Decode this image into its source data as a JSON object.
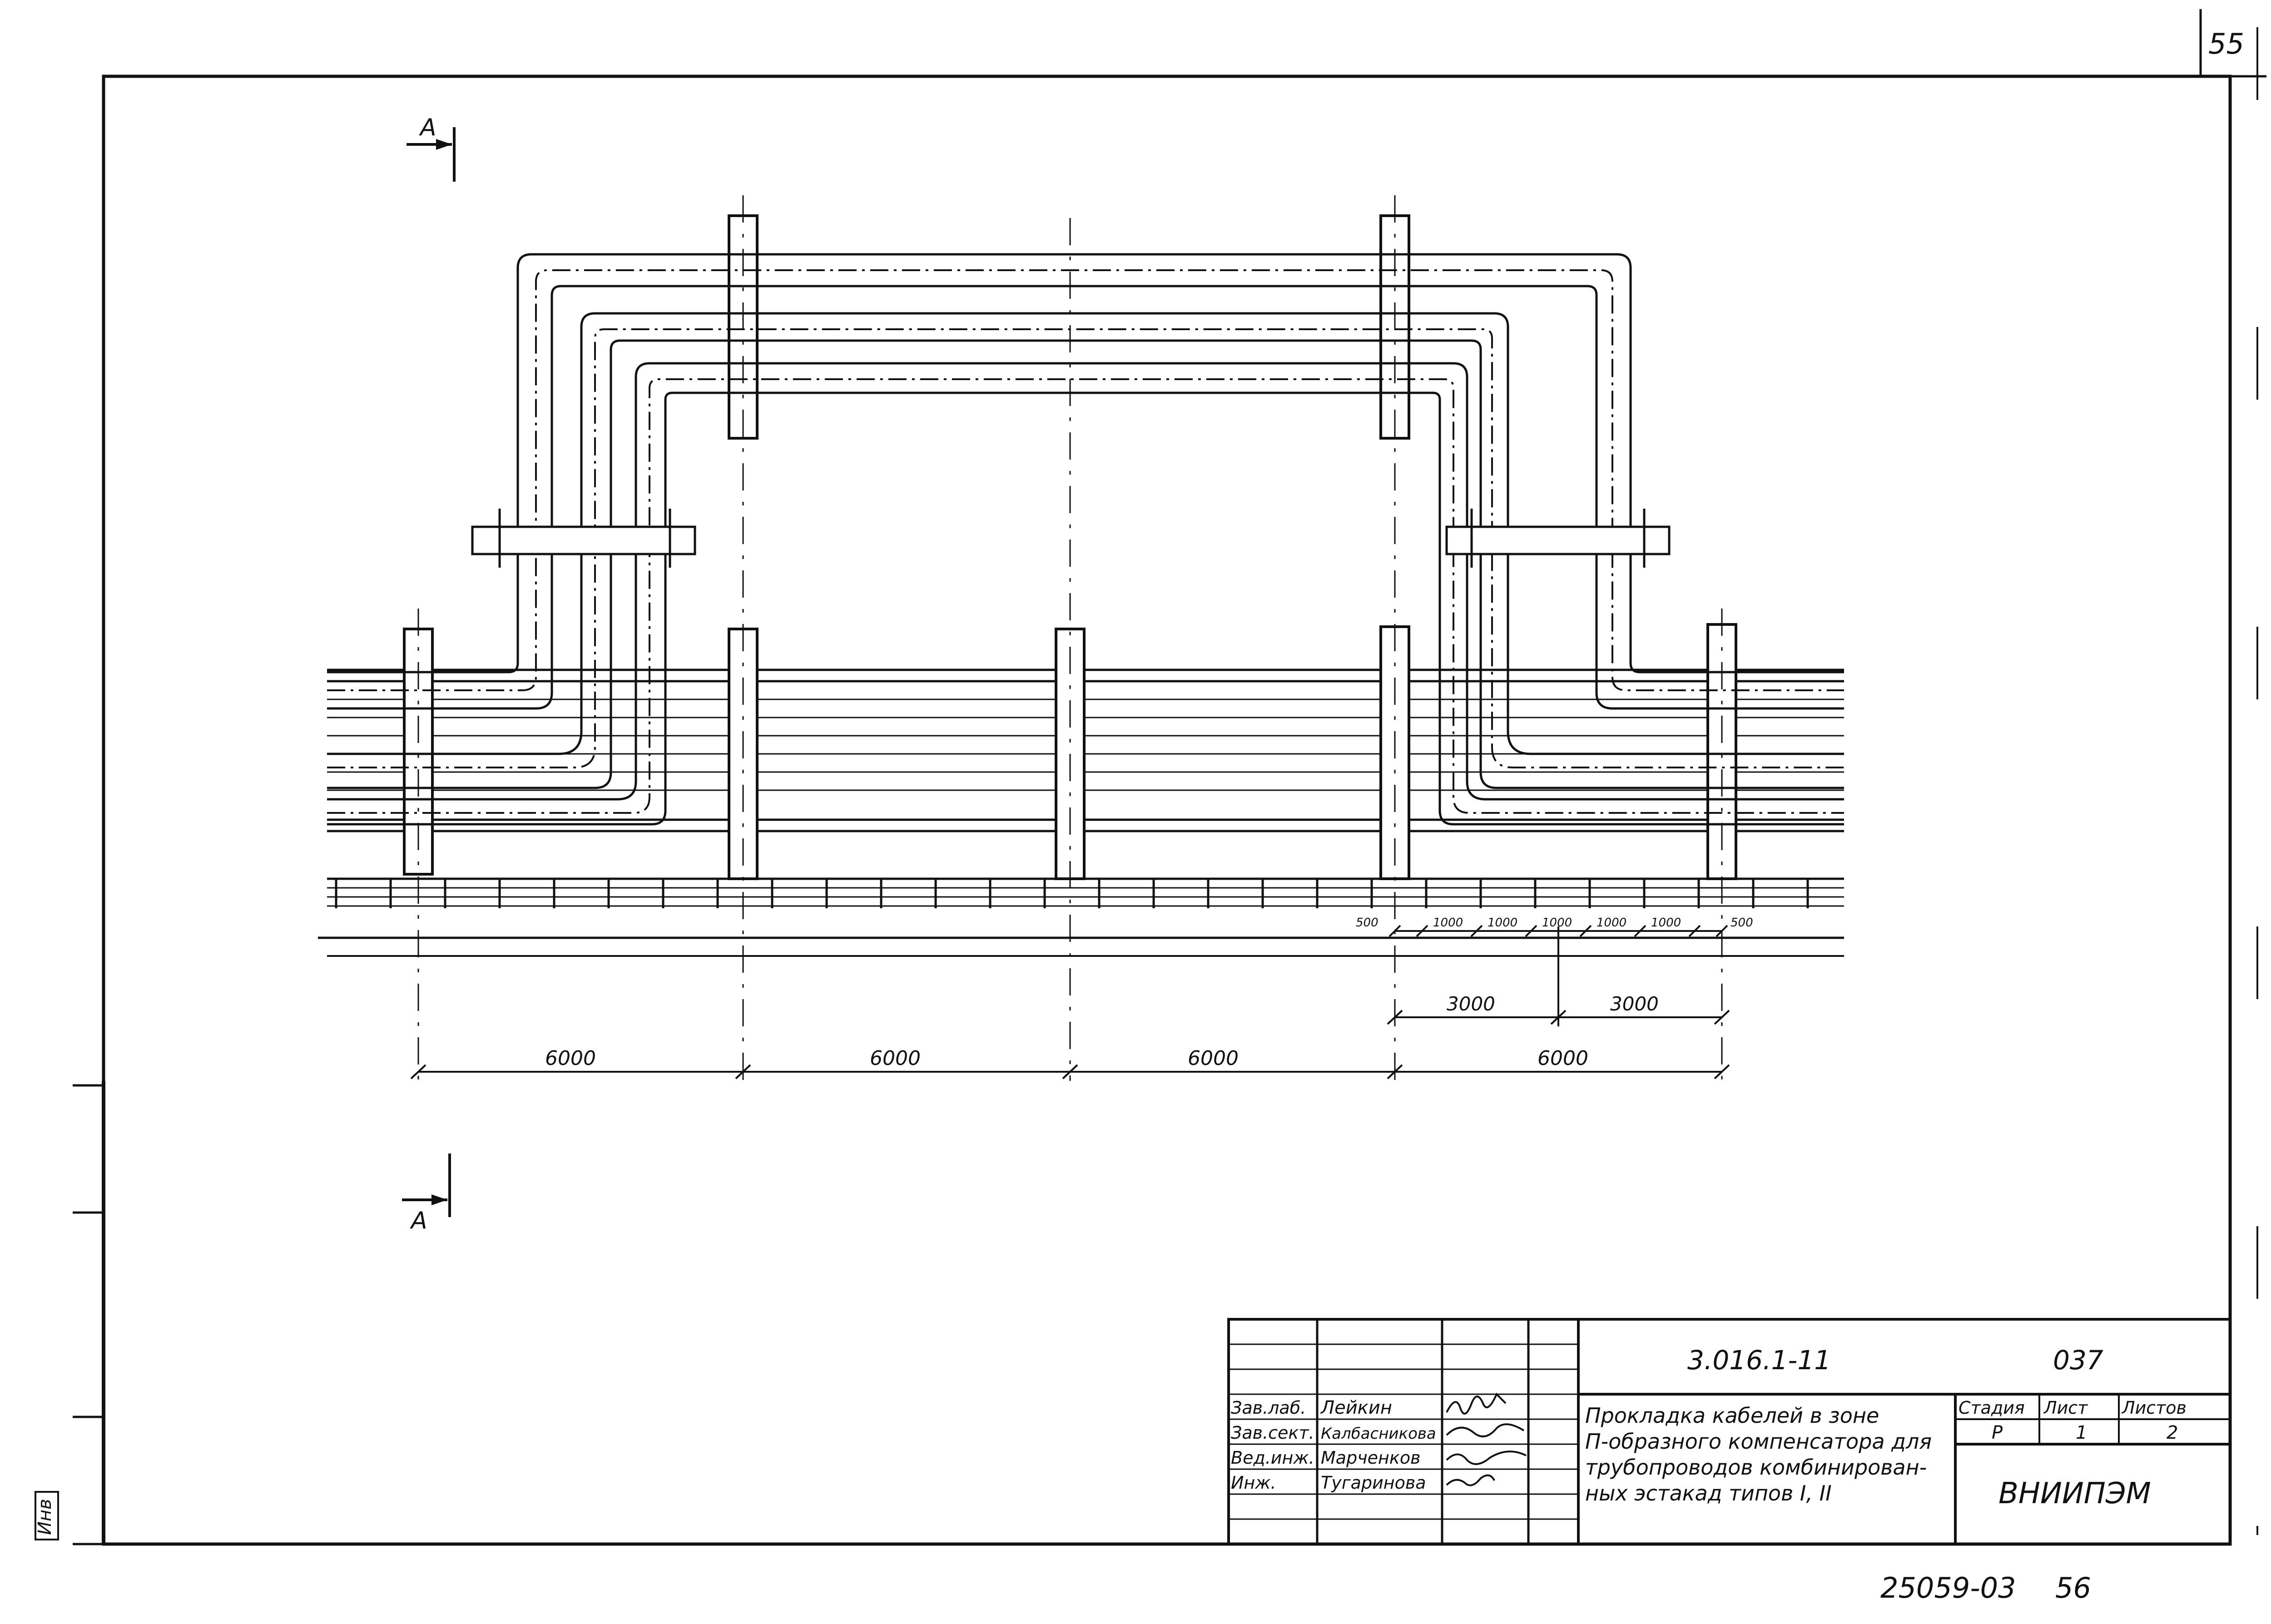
{
  "sheet": {
    "corner_number": "55",
    "bottom_code": "25059-03",
    "bottom_page": "56",
    "left_stamp": "Инв"
  },
  "section_marks": {
    "top": "А",
    "bottom": "А"
  },
  "dimensions": {
    "spans": [
      "6000",
      "6000",
      "6000",
      "6000"
    ],
    "halves": [
      "3000",
      "3000"
    ],
    "small": [
      "500",
      "1000",
      "1000",
      "1000",
      "1000",
      "1000",
      "500"
    ]
  },
  "title_block": {
    "document_code": "3.016.1-11",
    "sheet_code": "037",
    "signers": [
      {
        "role": "Зав.лаб.",
        "name": "Лейкин"
      },
      {
        "role": "Зав.сект.",
        "name": "Калбасникова"
      },
      {
        "role": "Вед.инж.",
        "name": "Марченков"
      },
      {
        "role": "Инж.",
        "name": "Тугаринова"
      }
    ],
    "title_lines": [
      "Прокладка кабелей в зоне",
      "П-образного компенсатора для",
      "трубопроводов комбинирован-",
      "ных эстакад типов I, II"
    ],
    "stage_header": "Стадия",
    "sheet_header": "Лист",
    "sheets_header": "Листов",
    "stage": "Р",
    "sheet": "1",
    "sheets": "2",
    "organization": "ВНИИПЭМ"
  }
}
